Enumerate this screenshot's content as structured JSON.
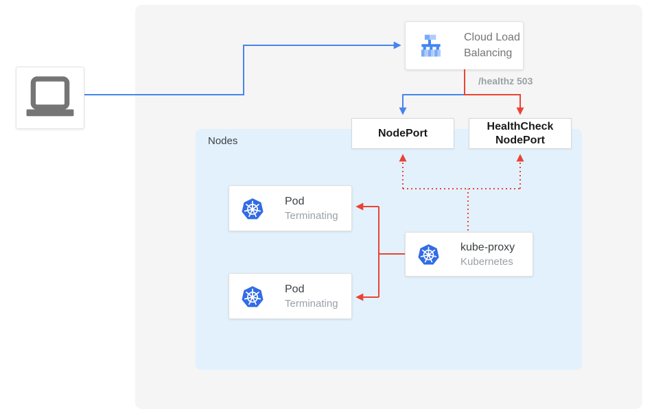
{
  "diagram": {
    "client": {
      "icon": "laptop-icon"
    },
    "cloud_load_balancing": {
      "label": "Cloud Load Balancing",
      "icon": "cloud-load-balancing-icon"
    },
    "health_annotation": "/healthz 503",
    "nodes_group_label": "Nodes",
    "nodeport_label": "NodePort",
    "healthcheck_nodeport_label": "HealthCheck NodePort",
    "pods": [
      {
        "label": "Pod",
        "status": "Terminating",
        "icon": "kubernetes-icon"
      },
      {
        "label": "Pod",
        "status": "Terminating",
        "icon": "kubernetes-icon"
      }
    ],
    "kube_proxy": {
      "label": "kube-proxy",
      "sublabel": "Kubernetes",
      "icon": "kubernetes-icon"
    },
    "colors": {
      "traffic_line_blue": "#4684EE",
      "health_line_red": "#E94335",
      "nodes_background": "#E3F1FC",
      "panel_background": "#F5F5F5",
      "kubernetes_blue": "#326CE5",
      "lb_icon_blue": "#4285F4",
      "lb_icon_blue_mid": "#7BAAF7",
      "lb_icon_blue_light": "#AECBFA",
      "device_gray": "#757575"
    }
  }
}
